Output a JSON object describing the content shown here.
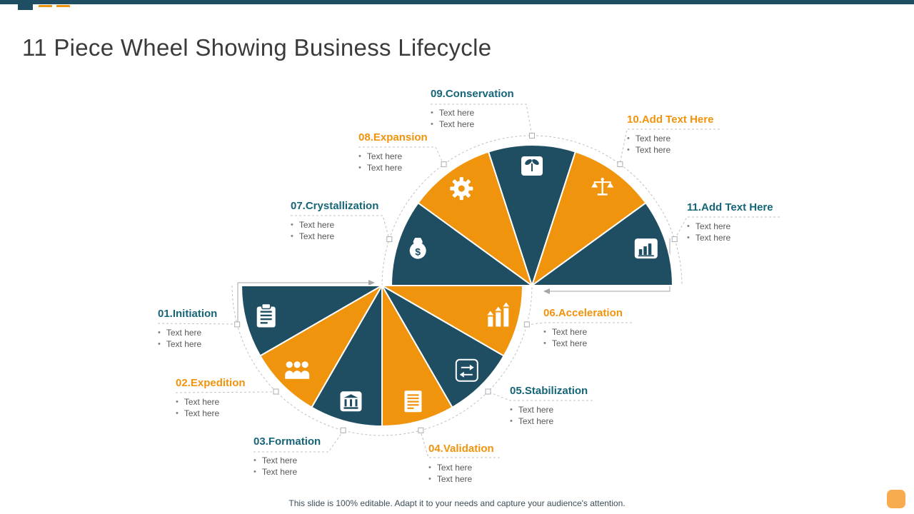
{
  "slide": {
    "title": "11 Piece Wheel Showing Business Lifecycle",
    "footer": "This slide is 100% editable. Adapt it to your needs and capture your audience's attention."
  },
  "colors": {
    "teal": "#1F4E63",
    "orange": "#F0930D",
    "label_teal": "#166578",
    "label_orange": "#F0930D",
    "bullet_text": "#595959",
    "guide_gray": "#BCC1C5",
    "arrow_gray": "#A6A6A6",
    "corner_accent": "#F8AC4F"
  },
  "diagram": {
    "type": "11-piece-wheel",
    "segments": [
      {
        "label": "01.Initiation",
        "color": "teal",
        "icon": "clipboard-icon",
        "bullets": [
          "Text here",
          "Text here"
        ]
      },
      {
        "label": "02.Expedition",
        "color": "orange",
        "icon": "people-icon",
        "bullets": [
          "Text here",
          "Text here"
        ]
      },
      {
        "label": "03.Formation",
        "color": "teal",
        "icon": "building-icon",
        "bullets": [
          "Text here",
          "Text here"
        ]
      },
      {
        "label": "04.Validation",
        "color": "orange",
        "icon": "document-icon",
        "bullets": [
          "Text here",
          "Text here"
        ]
      },
      {
        "label": "05.Stabilization",
        "color": "teal",
        "icon": "transfer-arrows-icon",
        "bullets": [
          "Text here",
          "Text here"
        ]
      },
      {
        "label": "06.Acceleration",
        "color": "orange",
        "icon": "growth-bars-icon",
        "bullets": [
          "Text here",
          "Text here"
        ]
      },
      {
        "label": "07.Crystallization",
        "color": "teal",
        "icon": "money-bag-icon",
        "bullets": [
          "Text here",
          "Text here"
        ]
      },
      {
        "label": "08.Expansion",
        "color": "orange",
        "icon": "gear-icon",
        "bullets": [
          "Text here",
          "Text here"
        ]
      },
      {
        "label": "09.Conservation",
        "color": "teal",
        "icon": "plant-icon",
        "bullets": [
          "Text here",
          "Text here"
        ]
      },
      {
        "label": "10.Add Text Here",
        "color": "orange",
        "icon": "scales-icon",
        "bullets": [
          "Text here",
          "Text here"
        ]
      },
      {
        "label": "11.Add Text Here",
        "color": "teal",
        "icon": "bar-chart-icon",
        "bullets": [
          "Text here",
          "Text here"
        ]
      }
    ]
  }
}
